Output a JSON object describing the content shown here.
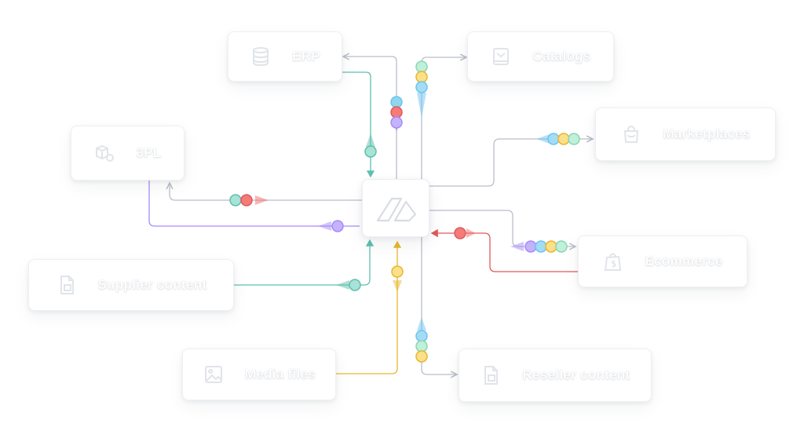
{
  "hub": {
    "icon": "product-hub-logo-icon"
  },
  "nodes": [
    {
      "id": "erp",
      "label": "ERP",
      "icon": "database-icon"
    },
    {
      "id": "catalogs",
      "label": "Catalogs",
      "icon": "catalog-book-icon"
    },
    {
      "id": "marketplaces",
      "label": "Marketplaces",
      "icon": "shopping-bag-icon"
    },
    {
      "id": "3pl",
      "label": "3PL",
      "icon": "boxes-icon"
    },
    {
      "id": "supplier-content",
      "label": "Supplier content",
      "icon": "document-icon"
    },
    {
      "id": "ecommerce",
      "label": "Ecommerce",
      "icon": "shopify-bag-icon"
    },
    {
      "id": "media-files",
      "label": "Media files",
      "icon": "image-icon"
    },
    {
      "id": "reseller-content",
      "label": "Reseller content",
      "icon": "document-icon"
    }
  ],
  "colors": {
    "purple": "#a78bfa",
    "teal": "#5fbfae",
    "red": "#f26b6b",
    "yellow": "#f5c542",
    "blue": "#6cc4f0",
    "green": "#9ee6c5",
    "edge_gray": "#b9bec8"
  }
}
